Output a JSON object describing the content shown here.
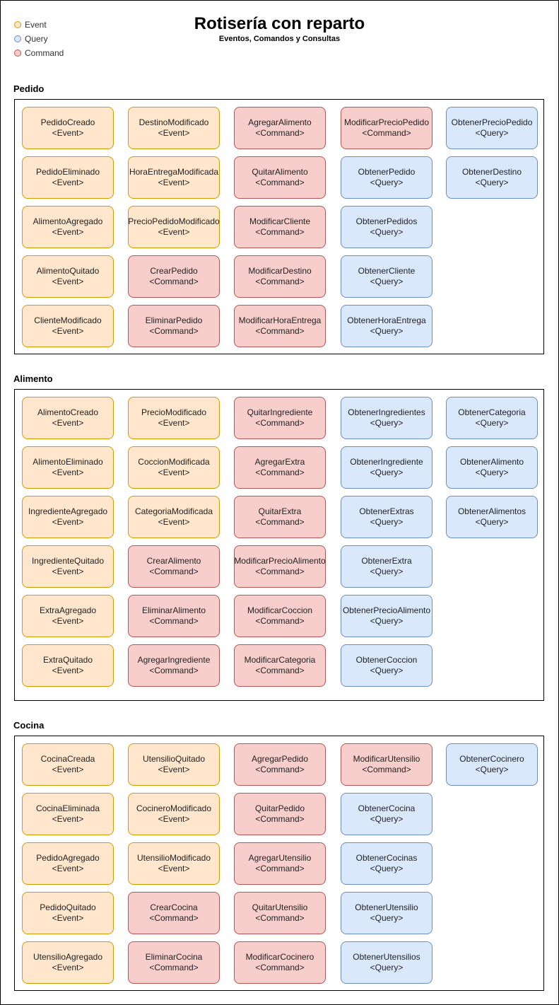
{
  "title": "Rotisería con reparto",
  "subtitle": "Eventos, Comandos y Consultas",
  "legend": [
    {
      "label": "Event",
      "fill": "#ffe6cc",
      "stroke": "#d79b00"
    },
    {
      "label": "Query",
      "fill": "#dae8fc",
      "stroke": "#6c8ebf"
    },
    {
      "label": "Command",
      "fill": "#f8cecc",
      "stroke": "#b85450"
    }
  ],
  "stereotypes": {
    "event": "<Event>",
    "command": "<Command>",
    "query": "<Query>"
  },
  "sections": [
    {
      "label": "Pedido",
      "columns": [
        [
          {
            "name": "PedidoCreado",
            "kind": "event"
          },
          {
            "name": "PedidoEliminado",
            "kind": "event"
          },
          {
            "name": "AlimentoAgregado",
            "kind": "event"
          },
          {
            "name": "AlimentoQuitado",
            "kind": "event"
          },
          {
            "name": "ClienteModificado",
            "kind": "event"
          }
        ],
        [
          {
            "name": "DestinoModificado",
            "kind": "event"
          },
          {
            "name": "HoraEntregaModificada",
            "kind": "event"
          },
          {
            "name": "PrecioPedidoModificado",
            "kind": "event"
          },
          {
            "name": "CrearPedido",
            "kind": "command"
          },
          {
            "name": "EliminarPedido",
            "kind": "command"
          }
        ],
        [
          {
            "name": "AgregarAlimento",
            "kind": "command"
          },
          {
            "name": "QuitarAlimento",
            "kind": "command"
          },
          {
            "name": "ModificarCliente",
            "kind": "command"
          },
          {
            "name": "ModificarDestino",
            "kind": "command"
          },
          {
            "name": "ModificarHoraEntrega",
            "kind": "command"
          }
        ],
        [
          {
            "name": "ModificarPrecioPedido",
            "kind": "command"
          },
          {
            "name": "ObtenerPedido",
            "kind": "query"
          },
          {
            "name": "ObtenerPedidos",
            "kind": "query"
          },
          {
            "name": "ObtenerCliente",
            "kind": "query"
          },
          {
            "name": "ObtenerHoraEntrega",
            "kind": "query"
          }
        ],
        [
          {
            "name": "ObtenerPrecioPedido",
            "kind": "query"
          },
          {
            "name": "ObtenerDestino",
            "kind": "query"
          }
        ]
      ]
    },
    {
      "label": "Alimento",
      "columns": [
        [
          {
            "name": "AlimentoCreado",
            "kind": "event"
          },
          {
            "name": "AlimentoEliminado",
            "kind": "event"
          },
          {
            "name": "IngredienteAgregado",
            "kind": "event"
          },
          {
            "name": "IngredienteQuitado",
            "kind": "event"
          },
          {
            "name": "ExtraAgregado",
            "kind": "event"
          },
          {
            "name": "ExtraQuitado",
            "kind": "event"
          }
        ],
        [
          {
            "name": "PrecioModificado",
            "kind": "event"
          },
          {
            "name": "CoccionModificada",
            "kind": "event"
          },
          {
            "name": "CategoriaModificada",
            "kind": "event"
          },
          {
            "name": "CrearAlimento",
            "kind": "command"
          },
          {
            "name": "EliminarAlimento",
            "kind": "command"
          },
          {
            "name": "AgregarIngrediente",
            "kind": "command"
          }
        ],
        [
          {
            "name": "QuitarIngrediente",
            "kind": "command"
          },
          {
            "name": "AgregarExtra",
            "kind": "command"
          },
          {
            "name": "QuitarExtra",
            "kind": "command"
          },
          {
            "name": "ModificarPrecioAlimento",
            "kind": "command"
          },
          {
            "name": "ModificarCoccion",
            "kind": "command"
          },
          {
            "name": "ModificarCategoria",
            "kind": "command"
          }
        ],
        [
          {
            "name": "ObtenerIngredientes",
            "kind": "query"
          },
          {
            "name": "ObtenerIngrediente",
            "kind": "query"
          },
          {
            "name": "ObtenerExtras",
            "kind": "query"
          },
          {
            "name": "ObtenerExtra",
            "kind": "query"
          },
          {
            "name": "ObtenerPrecioAlimento",
            "kind": "query"
          },
          {
            "name": "ObtenerCoccion",
            "kind": "query"
          }
        ],
        [
          {
            "name": "ObtenerCategoria",
            "kind": "query"
          },
          {
            "name": "ObtenerAlimento",
            "kind": "query"
          },
          {
            "name": "ObtenerAlimentos",
            "kind": "query"
          }
        ]
      ]
    },
    {
      "label": "Cocina",
      "columns": [
        [
          {
            "name": "CocinaCreada",
            "kind": "event"
          },
          {
            "name": "CocinaEliminada",
            "kind": "event"
          },
          {
            "name": "PedidoAgregado",
            "kind": "event"
          },
          {
            "name": "PedidoQuitado",
            "kind": "event"
          },
          {
            "name": "UtensilioAgregado",
            "kind": "event"
          }
        ],
        [
          {
            "name": "UtensilioQuitado",
            "kind": "event"
          },
          {
            "name": "CocineroModificado",
            "kind": "event"
          },
          {
            "name": "UtensilioModificado",
            "kind": "event"
          },
          {
            "name": "CrearCocina",
            "kind": "command"
          },
          {
            "name": "EliminarCocina",
            "kind": "command"
          }
        ],
        [
          {
            "name": "AgregarPedido",
            "kind": "command"
          },
          {
            "name": "QuitarPedido",
            "kind": "command"
          },
          {
            "name": "AgregarUtensilio",
            "kind": "command"
          },
          {
            "name": "QuitarUtensilio",
            "kind": "command"
          },
          {
            "name": "ModificarCocinero",
            "kind": "command"
          }
        ],
        [
          {
            "name": "ModificarUtensilio",
            "kind": "command"
          },
          {
            "name": "ObtenerCocina",
            "kind": "query"
          },
          {
            "name": "ObtenerCocinas",
            "kind": "query"
          },
          {
            "name": "ObtenerUtensilio",
            "kind": "query"
          },
          {
            "name": "ObtenerUtensilios",
            "kind": "query"
          }
        ],
        [
          {
            "name": "ObtenerCocinero",
            "kind": "query"
          }
        ]
      ]
    }
  ]
}
